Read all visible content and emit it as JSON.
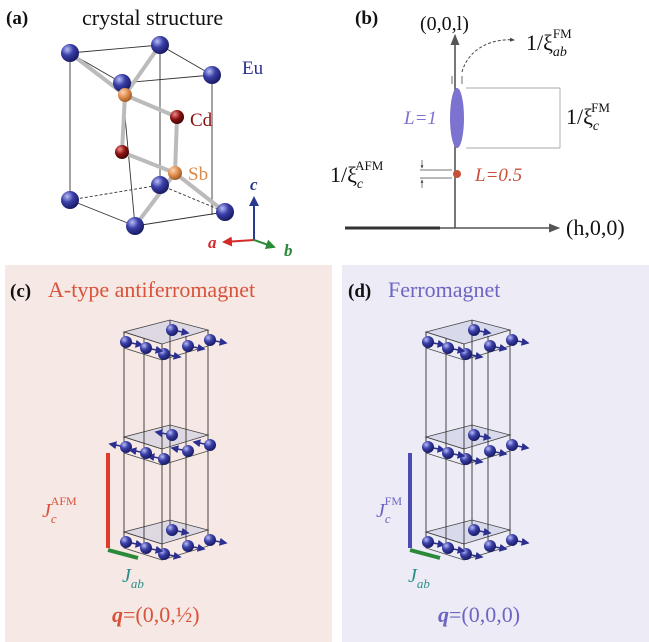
{
  "panels": {
    "a": {
      "tag": "(a)",
      "title": "crystal structure",
      "atoms": {
        "eu": "Eu",
        "cd": "Cd",
        "sb": "Sb"
      },
      "axes": {
        "c": "c",
        "a": "a",
        "b": "b"
      }
    },
    "b": {
      "tag": "(b)",
      "y_axis": "(0,0,l)",
      "x_axis": "(h,0,0)",
      "xi_ab_fm": "1/ξ",
      "xi_ab_fm_sup": "FM",
      "xi_ab_fm_sub": "ab",
      "xi_c_fm": "1/ξ",
      "xi_c_fm_sup": "FM",
      "xi_c_fm_sub": "c",
      "xi_c_afm": "1/ξ",
      "xi_c_afm_sup": "AFM",
      "xi_c_afm_sub": "c",
      "peak_fm": "L=1",
      "peak_afm": "L=0.5"
    },
    "c": {
      "tag": "(c)",
      "title": "A-type antiferromagnet",
      "coupling_c": "J",
      "coupling_c_sup": "AFM",
      "coupling_c_sub": "c",
      "coupling_ab": "J",
      "coupling_ab_sub": "ab",
      "q_label": "q",
      "q_value": "=(0,0,½)"
    },
    "d": {
      "tag": "(d)",
      "title": "Ferromagnet",
      "coupling_c": "J",
      "coupling_c_sup": "FM",
      "coupling_c_sub": "c",
      "coupling_ab": "J",
      "coupling_ab_sub": "ab",
      "q_label": "q",
      "q_value": "=(0,0,0)"
    }
  },
  "colors": {
    "atom_eu": "#2b2f8f",
    "atom_cd": "#8b1010",
    "atom_sb": "#d98a4a",
    "afm_accent": "#d9533a",
    "fm_accent": "#6c66c2",
    "teal": "#2a8f8a",
    "afm_bg": "#f6e8e4",
    "fm_bg": "#ecebf6"
  }
}
